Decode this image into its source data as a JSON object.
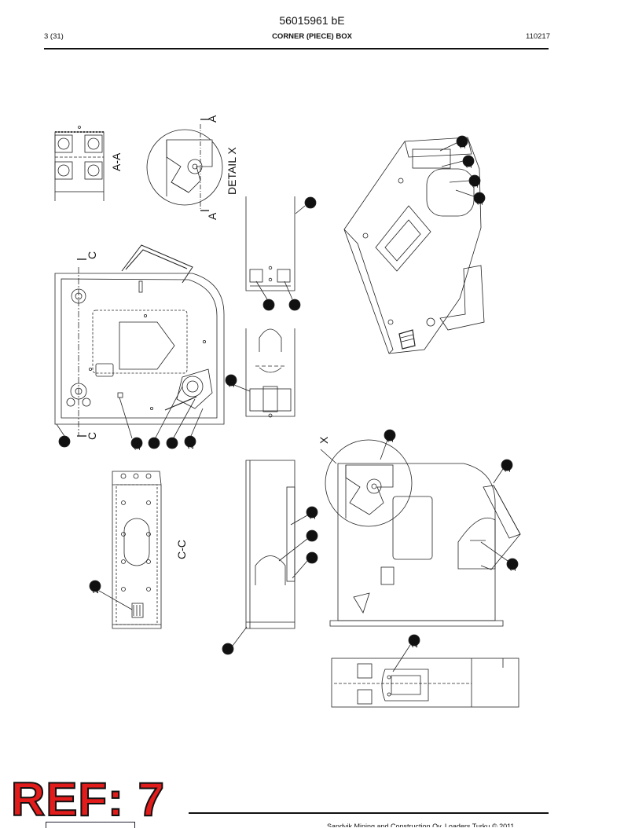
{
  "header": {
    "doc_number": "56015961 bE",
    "page": "3 (31)",
    "title": "CORNER (PIECE) BOX",
    "date": "110217"
  },
  "views": {
    "section_aa": "A-A",
    "detail_x": "DETAIL X",
    "section_cc": "C-C",
    "marker_a": "A",
    "marker_c": "C",
    "marker_x": "X"
  },
  "callouts": [
    "1",
    "2",
    "3",
    "4",
    "5",
    "6",
    "7",
    "8",
    "9",
    "12",
    "13",
    "14",
    "15",
    "16",
    "17",
    "18",
    "19",
    "20",
    "21",
    "22"
  ],
  "stamp": {
    "text": "REF: 7",
    "color": "#e21b1b"
  },
  "footer": {
    "copyright": "Sandvik Mining and Construction Oy, Loaders Turku © 2011"
  }
}
